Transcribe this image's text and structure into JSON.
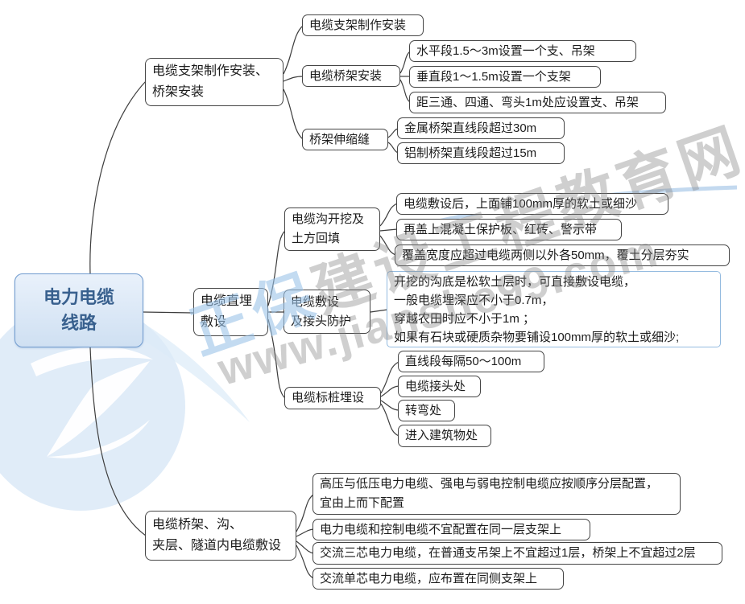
{
  "root": {
    "label": "电力电缆\n线路"
  },
  "nodes": {
    "b1": {
      "label": "电缆支架制作安装、\n桥架安装"
    },
    "c1a": {
      "label": "电缆支架制作安装"
    },
    "c1b": {
      "label": "电缆桥架安装"
    },
    "c1c": {
      "label": "桥架伸缩缝"
    },
    "d1": {
      "label": "水平段1.5～3m设置一个支、吊架"
    },
    "d2": {
      "label": "垂直段1～1.5m设置一个支架"
    },
    "d3": {
      "label": "距三通、四通、弯头1m处应设置支、吊架"
    },
    "d4": {
      "label": "金属桥架直线段超过30m"
    },
    "d5": {
      "label": "铝制桥架直线段超过15m"
    },
    "b2": {
      "label": "电缆直埋\n敷设"
    },
    "c2a": {
      "label": "电缆沟开挖及\n土方回填"
    },
    "c2b": {
      "label": "电缆敷设\n及接头防护"
    },
    "c2c": {
      "label": "电缆标桩埋设"
    },
    "e1": {
      "label": "电缆敷设后，上面铺100mm厚的软土或细沙"
    },
    "e2": {
      "label": "再盖上混凝土保护板、红砖、警示带"
    },
    "e3": {
      "label": "覆盖宽度应超过电缆两侧以外各50mm，覆土分层夯实"
    },
    "e4": {
      "label": "开挖的沟底是松软土层时，可直接敷设电缆，\n一般电缆埋深应不小于0.7m，\n穿越农田时应不小于1m ；\n如果有石块或硬质杂物要铺设100mm厚的软土或细沙;"
    },
    "e5": {
      "label": "直线段每隔50～100m"
    },
    "e6": {
      "label": "电缆接头处"
    },
    "e7": {
      "label": "转弯处"
    },
    "e8": {
      "label": "进入建筑物处"
    },
    "b3": {
      "label": "电缆桥架、沟、\n夹层、隧道内电缆敷设"
    },
    "f1": {
      "label": "高压与低压电力电缆、强电与弱电控制电缆应按顺序分层配置，\n宜由上而下配置"
    },
    "f2": {
      "label": "电力电缆和控制电缆不宜配置在同一层支架上"
    },
    "f3": {
      "label": "交流三芯电力电缆，在普通支吊架上不宜超过1层，桥架上不宜超过2层"
    },
    "f4": {
      "label": "交流单芯电力电缆，应布置在同侧支架上"
    }
  },
  "watermark": {
    "brand_blue": "正保",
    "brand_gray": "建设工程教育网",
    "url": "www.jianshe99.com"
  },
  "colors": {
    "root_fill_top": "#e9f1fb",
    "root_fill_bottom": "#cfe0f2",
    "root_border": "#6f9ace",
    "root_text": "#38608e",
    "node_border": "#454545",
    "blue_note_border": "#94bbe0",
    "connector": "#3d3d3d",
    "watermark_blue": "#9bc3e8",
    "watermark_gray": "#828282",
    "logo_circle": "#d5e6f5"
  }
}
